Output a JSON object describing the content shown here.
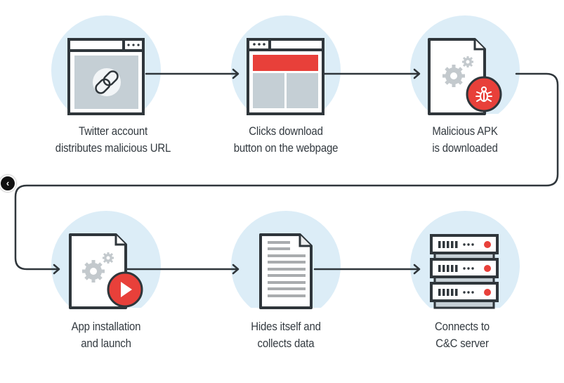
{
  "diagram": {
    "colors": {
      "circle_bg": "#dcedf7",
      "stroke": "#2f363b",
      "accent_red": "#e8403a",
      "panel_gray": "#c5cfd5",
      "gear_gray": "#c3c9cd",
      "doc_line_gray": "#a9acae"
    },
    "steps": [
      {
        "id": "step-1",
        "icon": "browser-link-icon",
        "lines": [
          "Twitter account",
          "distributes malicious URL"
        ]
      },
      {
        "id": "step-2",
        "icon": "webpage-download-button-icon",
        "lines": [
          "Clicks download",
          "button on the webpage"
        ]
      },
      {
        "id": "step-3",
        "icon": "malicious-apk-bug-icon",
        "lines": [
          "Malicious APK",
          "is downloaded"
        ]
      },
      {
        "id": "step-4",
        "icon": "app-launch-play-icon",
        "lines": [
          "App installation",
          "and launch"
        ]
      },
      {
        "id": "step-5",
        "icon": "document-data-icon",
        "lines": [
          "Hides itself and",
          "collects data"
        ]
      },
      {
        "id": "step-6",
        "icon": "server-rack-icon",
        "lines": [
          "Connects to",
          "C&C server"
        ]
      }
    ]
  },
  "nav": {
    "back_glyph": "‹"
  }
}
